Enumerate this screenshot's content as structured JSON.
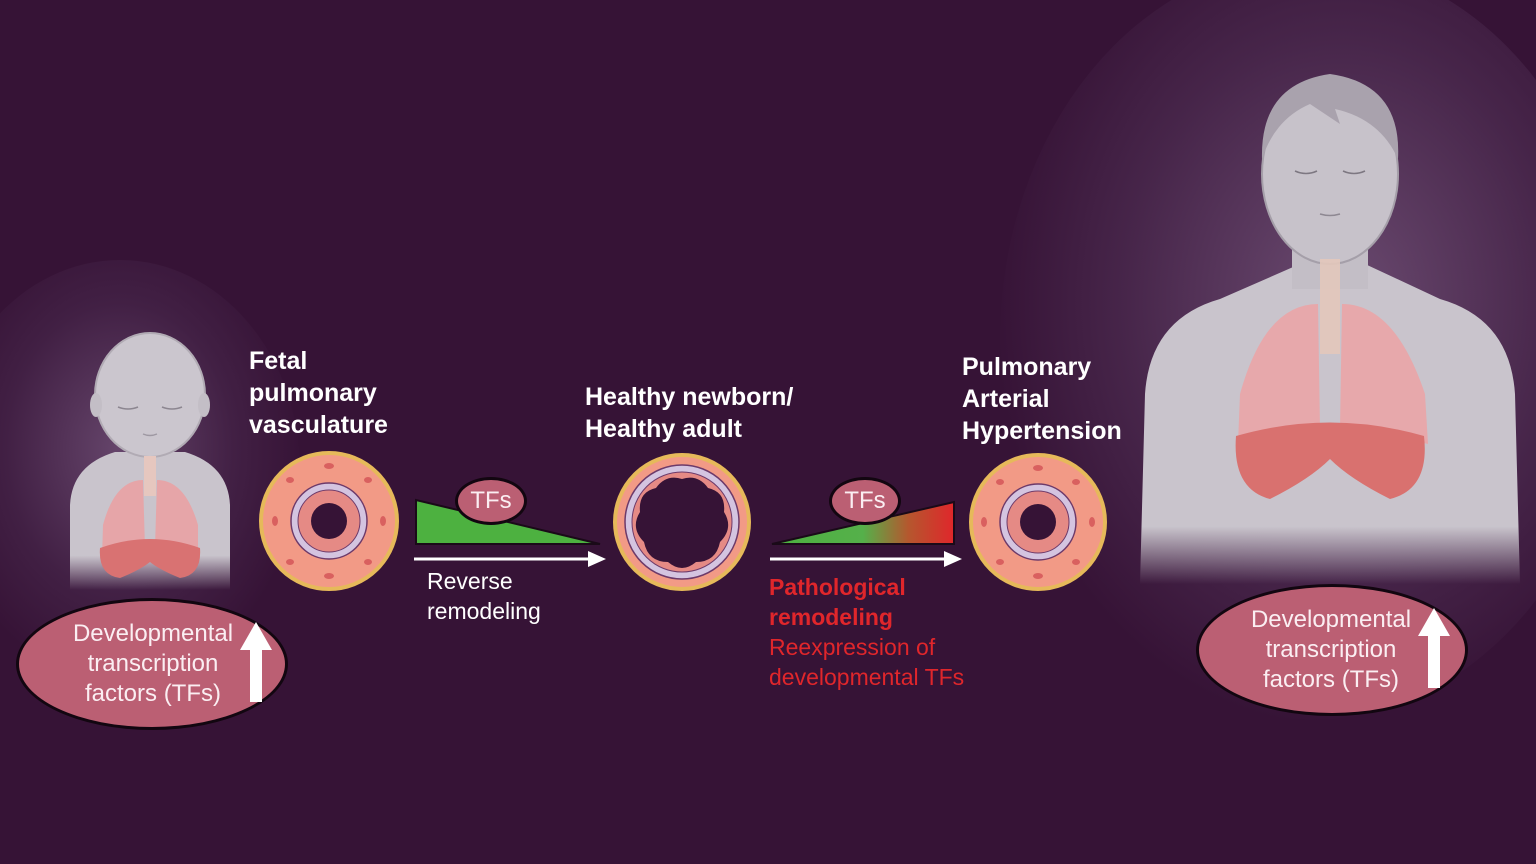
{
  "figure": {
    "background_color": "#361336",
    "accent_pink": "#bb5f73",
    "pathology_red": "#e0262b",
    "decrease_green": "#4db140"
  },
  "stages": [
    {
      "id": "fetal",
      "title_lines": [
        "Fetal",
        "pulmonary",
        "vasculature"
      ],
      "vessel_state": "thickened wall, narrow lumen",
      "figure": "infant-with-lungs-icon"
    },
    {
      "id": "healthy",
      "title_lines": [
        "Healthy newborn/",
        "Healthy adult"
      ],
      "vessel_state": "thin wall, wide lumen",
      "figure": null
    },
    {
      "id": "pah",
      "title_lines": [
        "Pulmonary",
        "Arterial",
        "Hypertension"
      ],
      "vessel_state": "thickened wall, narrow lumen",
      "figure": "adult-with-lungs-icon"
    }
  ],
  "transitions": [
    {
      "id": "reverse",
      "tf_label": "TFs",
      "trend": "decreasing",
      "label_lines": [
        "Reverse",
        "remodeling"
      ]
    },
    {
      "id": "pathological",
      "tf_label": "TFs",
      "trend": "increasing",
      "label_bold_lines": [
        "Pathological",
        "remodeling"
      ],
      "label_lines": [
        "Reexpression of",
        "developmental TFs"
      ]
    }
  ],
  "badges": {
    "left": {
      "lines": [
        "Developmental",
        "transcription",
        "factors (TFs)"
      ],
      "direction": "up"
    },
    "right": {
      "lines": [
        "Developmental",
        "transcription",
        "factors (TFs)"
      ],
      "direction": "up"
    }
  }
}
